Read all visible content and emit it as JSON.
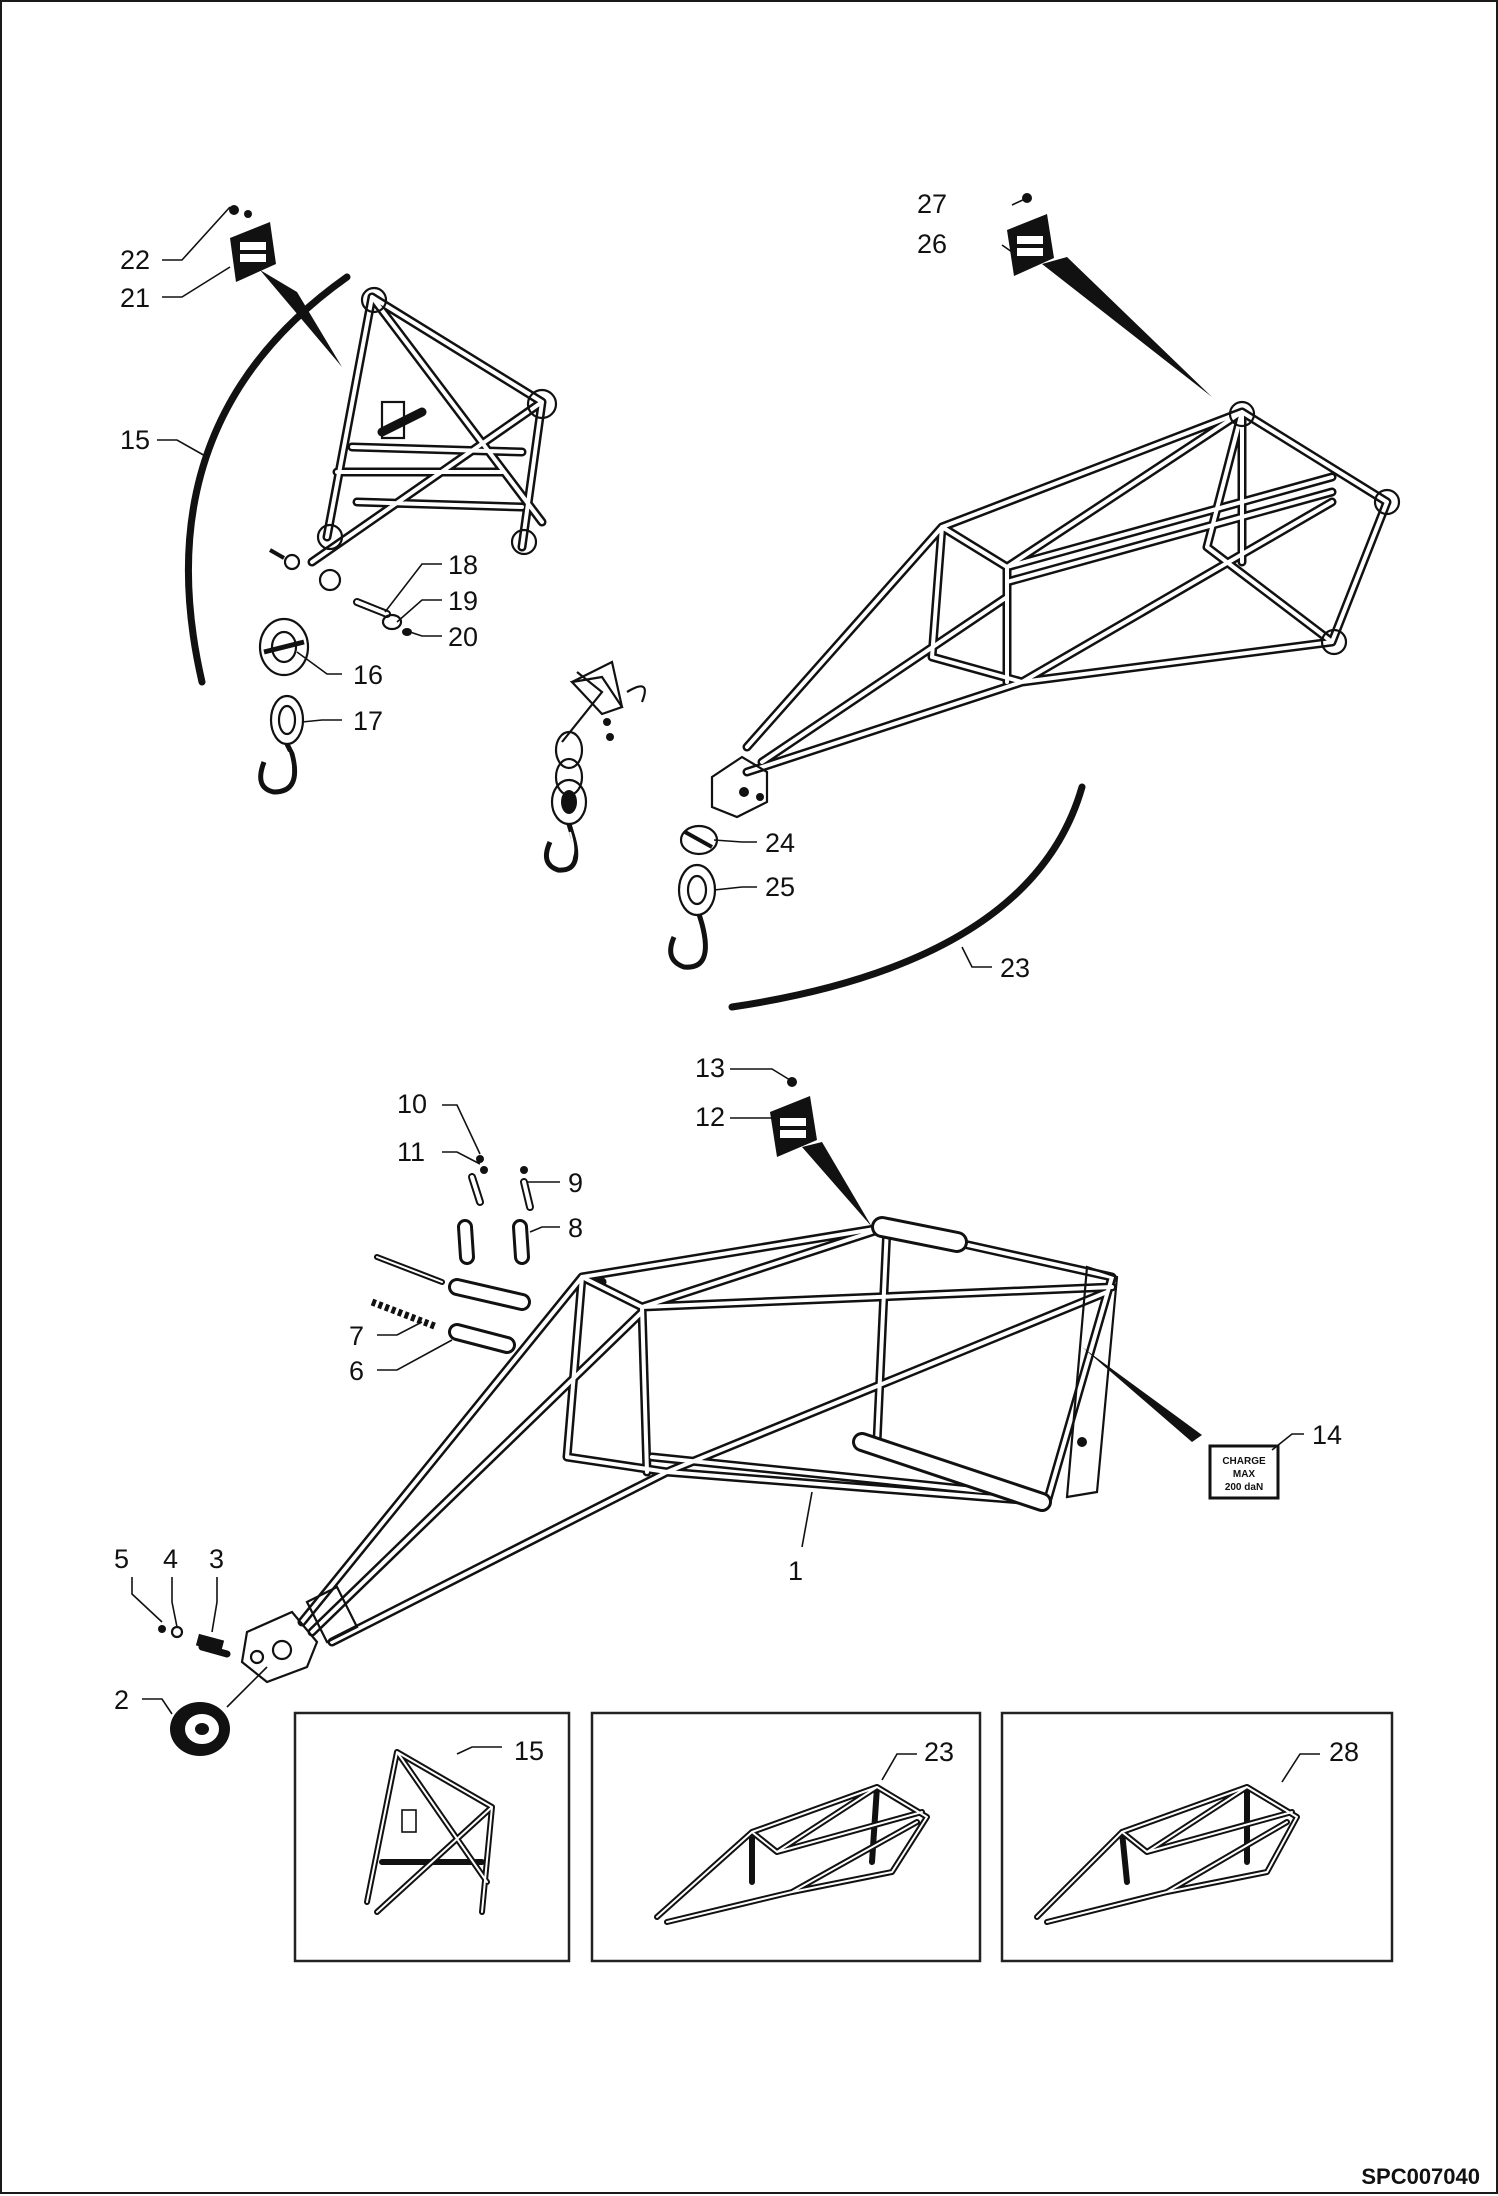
{
  "drawing_code": "SPC007040",
  "callouts": {
    "c1": "1",
    "c2": "2",
    "c3": "3",
    "c4": "4",
    "c5": "5",
    "c6": "6",
    "c7": "7",
    "c8": "8",
    "c9": "9",
    "c10": "10",
    "c11": "11",
    "c12": "12",
    "c13": "13",
    "c14": "14",
    "c15": "15",
    "c16": "16",
    "c17": "17",
    "c18": "18",
    "c19": "19",
    "c20": "20",
    "c21": "21",
    "c22": "22",
    "c23": "23",
    "c24": "24",
    "c25": "25",
    "c26": "26",
    "c27": "27"
  },
  "variants": {
    "v1": "15",
    "v2": "23",
    "v3": "28"
  },
  "load_plate": {
    "line1": "CHARGE",
    "line2": "MAX",
    "line3": "200 daN"
  }
}
